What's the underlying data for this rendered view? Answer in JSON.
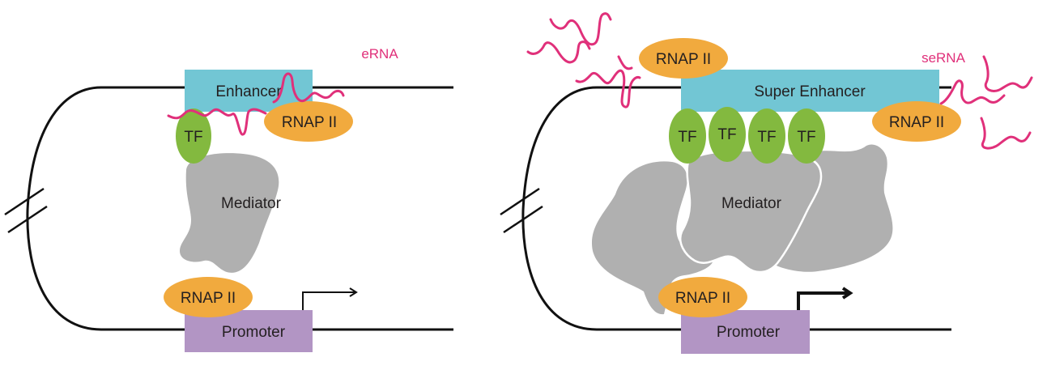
{
  "colors": {
    "enhancer": "#72c6d4",
    "tf": "#83b93f",
    "rnap": "#f1aa3e",
    "mediator": "#b0b0b0",
    "promoter": "#b295c4",
    "rna": "#e0307a",
    "dna": "#111111"
  },
  "left_panel": {
    "enhancer_label": "Enhancer",
    "tf_label": "TF",
    "rnap_enhancer_label": "RNAP II",
    "rna_label": "eRNA",
    "mediator_label": "Mediator",
    "rnap_promoter_label": "RNAP II",
    "promoter_label": "Promoter"
  },
  "right_panel": {
    "enhancer_label": "Super Enhancer",
    "tf_labels": [
      "TF",
      "TF",
      "TF",
      "TF"
    ],
    "rnap_left_label": "RNAP II",
    "rnap_right_label": "RNAP II",
    "rna_label": "seRNA",
    "mediator_label": "Mediator",
    "rnap_promoter_label": "RNAP II",
    "promoter_label": "Promoter"
  }
}
